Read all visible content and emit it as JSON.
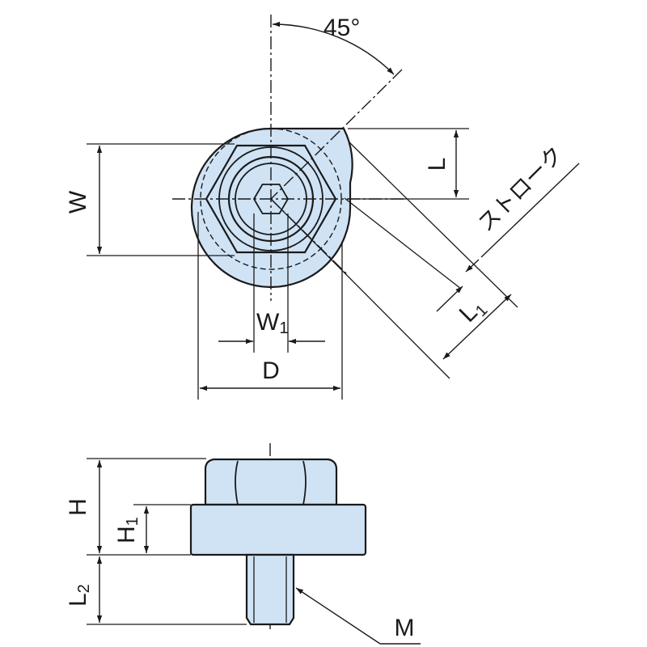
{
  "labels": {
    "angle": "45°",
    "W": "W",
    "L": "L",
    "stroke": "ストローク",
    "W1_main": "W",
    "W1_sub": "1",
    "L1_main": "L",
    "L1_sub": "1",
    "D": "D",
    "H": "H",
    "H1_main": "H",
    "H1_sub": "1",
    "L2_main": "L",
    "L2_sub": "2",
    "M": "M"
  },
  "colors": {
    "part_fill": "#cfe3f5",
    "line": "#1a1a1a",
    "background": "#ffffff"
  }
}
